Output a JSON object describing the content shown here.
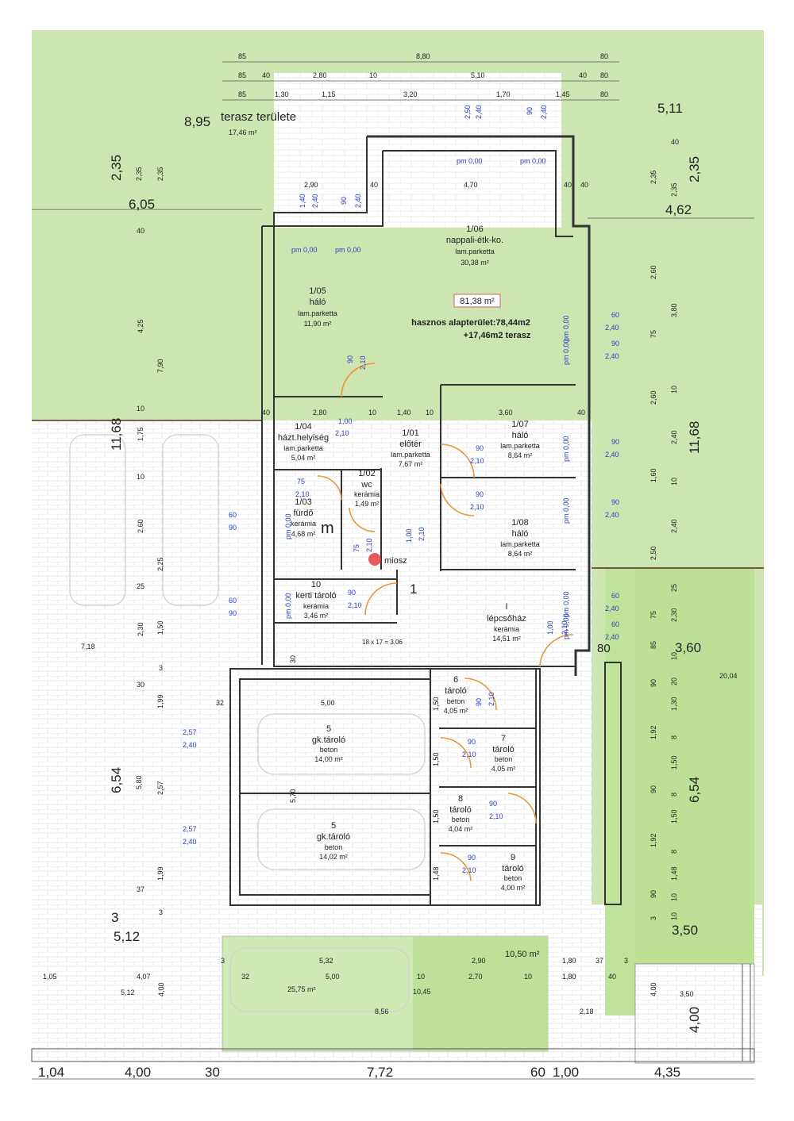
{
  "header": {
    "terrace_label": "terasz területe",
    "terrace_area": "17,46 m²",
    "terrace_dim": "8,95"
  },
  "top_dims": {
    "row1": [
      "85",
      "8,80",
      "80"
    ],
    "row2": [
      "85",
      "40",
      "2,80",
      "10",
      "5,10",
      "40",
      "80"
    ],
    "row3": [
      "85",
      "1,30",
      "1,15",
      "3,20",
      "1,70",
      "1,45",
      "80"
    ],
    "row4": [
      "2,50",
      "2,40",
      "90",
      "2,40"
    ],
    "right_top": "5,11"
  },
  "rooms": [
    {
      "id": "1/06",
      "name": "nappali-étk-ko.",
      "floor": "lam.parketta",
      "area": "30,38 m²"
    },
    {
      "id": "1/05",
      "name": "háló",
      "floor": "lam.parketta",
      "area": "11,90 m²"
    },
    {
      "id": "1/04",
      "name": "házt.helyiség",
      "floor": "lam.parketta",
      "area": "5,04 m²"
    },
    {
      "id": "1/01",
      "name": "előtér",
      "floor": "lam.parketta",
      "area": "7,67 m²"
    },
    {
      "id": "1/02",
      "name": "wc",
      "floor": "kerámia",
      "area": "1,49 m²"
    },
    {
      "id": "1/03",
      "name": "fürdő",
      "floor": "kerámia",
      "area": "4,68 m²"
    },
    {
      "id": "1/07",
      "name": "háló",
      "floor": "lam.parketta",
      "area": "8,64 m²"
    },
    {
      "id": "1/08",
      "name": "háló",
      "floor": "lam.parketta",
      "area": "8,64 m²"
    },
    {
      "id": "10",
      "name": "kerti tároló",
      "floor": "kerámia",
      "area": "3,46 m²"
    },
    {
      "id": "I",
      "name": "lépcsőház",
      "floor": "kerámia",
      "area": "14,51 m²"
    },
    {
      "id": "5",
      "name": "gk.tároló",
      "floor": "beton",
      "area": "14,00 m²"
    },
    {
      "id": "5",
      "name": "gk.tároló",
      "floor": "beton",
      "area": "14,02 m²"
    },
    {
      "id": "6",
      "name": "tároló",
      "floor": "beton",
      "area": "4,05 m²"
    },
    {
      "id": "7",
      "name": "tároló",
      "floor": "beton",
      "area": "4,05 m²"
    },
    {
      "id": "8",
      "name": "tároló",
      "floor": "beton",
      "area": "4,04 m²"
    },
    {
      "id": "9",
      "name": "tároló",
      "floor": "beton",
      "area": "4,00 m²"
    }
  ],
  "summary": {
    "total": "81,38 m²",
    "usable": "hasznos alapterület:78,44m2",
    "terrace": "+17,46m2 terasz"
  },
  "levels": {
    "pm": "pm 0,00"
  },
  "left_dims": [
    "2,35",
    "6,05",
    "11,68",
    "6,54",
    "3",
    "5,12"
  ],
  "left_small": [
    "2,35",
    "2,35",
    "40",
    "4,25",
    "7,90",
    "10",
    "1,75",
    "10",
    "2,60",
    "2,25",
    "25",
    "2,30",
    "1,50",
    "30",
    "3",
    "1,99",
    "5,80",
    "2,57",
    "1,99",
    "37",
    "3"
  ],
  "right_dims": [
    "2,35",
    "4,62",
    "11,68",
    "3,60",
    "6,54",
    "3,50",
    "4,00"
  ],
  "right_small": [
    "40",
    "2,35",
    "2,35",
    "2,60",
    "3,80",
    "75",
    "2,60",
    "10",
    "2,40",
    "1,60",
    "10",
    "2,40",
    "2,50",
    "25",
    "2,30",
    "75",
    "85",
    "10",
    "90",
    "20",
    "1,30",
    "1,92",
    "8",
    "1,50",
    "90",
    "8",
    "1,50",
    "1,92",
    "8",
    "1,48",
    "10",
    "90",
    "3",
    "10"
  ],
  "window_dims": [
    "60",
    "2,40",
    "90",
    "2,40",
    "90",
    "2,40",
    "90",
    "2,40",
    "60",
    "2,40",
    "60",
    "2,40",
    "2,57",
    "2,40",
    "2,57",
    "2,40",
    "60",
    "90",
    "60",
    "90"
  ],
  "inner_dims": {
    "d2_90": "2,90",
    "d4_70": "4,70",
    "d40a": "40",
    "d40b": "40",
    "d40c": "40",
    "d1_40": "1,40",
    "d2_40": "2,40",
    "d90": "90",
    "d2_40b": "2,40",
    "d2_80": "2,80",
    "d10": "10",
    "d1_40b": "1,40",
    "d10b": "10",
    "d3_60": "3,60",
    "d40d": "40",
    "d1_00": "1,00",
    "d2_10": "2,10",
    "d5_00": "5,00",
    "d5_70": "5,70",
    "d32": "32",
    "d7_18": "7,18",
    "d30": "30",
    "d80": "80",
    "d20_04": "20,04",
    "d1": "1",
    "stair": "18 x 17 = 3,06"
  },
  "door_dims": [
    "90",
    "2,10",
    "75",
    "2,10",
    "90",
    "2,10",
    "90",
    "2,10",
    "75",
    "2,10",
    "1,00",
    "2,10",
    "90",
    "2,10",
    "1,00",
    "2,10",
    "90",
    "2,10",
    "90",
    "2,10",
    "90",
    "2,10",
    "90",
    "2,10"
  ],
  "bottom_area": {
    "d1": "5,32",
    "d2": "2,90",
    "d3": "10,50 m²",
    "d4": "1,80",
    "d5": "37",
    "d6": "3",
    "d7": "3",
    "d8": "32",
    "d9": "5,00",
    "d10": "10",
    "d11": "2,70",
    "d12": "10",
    "d13": "1,80",
    "d14": "40",
    "area": "25,75 m²",
    "d15": "10,45",
    "d16": "8,56",
    "d17": "1,05",
    "d18": "4,07",
    "d19": "5,12",
    "d20": "4,00",
    "d21": "2,18",
    "d22": "4,00",
    "d23": "3,50"
  },
  "bottom_dims": [
    "1,04",
    "4,00",
    "30",
    "7,72",
    "60",
    "1,00",
    "4,35"
  ],
  "markers": {
    "m": "m",
    "logo": "miosz"
  }
}
